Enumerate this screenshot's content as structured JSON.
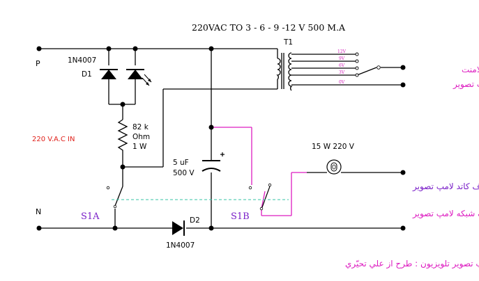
{
  "title": "220VAC  TO 3 - 6 - 9 -12 V 500 M.A",
  "labels": {
    "p": "P",
    "n": "N",
    "d1_part": "1N4007",
    "d1": "D1",
    "d2": "D2",
    "d2_part": "1N4007",
    "t1": "T1",
    "res1": "82 k",
    "res2": "Ohm",
    "res3": "1 W",
    "cap1": "5 uF",
    "cap2": "500 V",
    "ac_in": "220 V.A.C IN",
    "lamp": "15 W  220 V",
    "s1a": "S1A",
    "s1b": "S1B",
    "fa_filament_1": "بطرف فيلامنت",
    "fa_filament_2": "لامپ تصوير",
    "fa_cathode": "بطرف كاتد لامپ تصوير",
    "fa_grid": "بطرف شبكه لامپ تصوير",
    "fa_footer": "مدار شارژ لامپ تصوير تلويزيون : طرح از علي تحيّري"
  },
  "taps": [
    "12V",
    "9V",
    "6V",
    "3V",
    "0V"
  ],
  "colors": {
    "wire": "#000000",
    "magenta": "#dd1cc0",
    "ac_label": "#e0201a",
    "switch_label": "#7a1fc8",
    "dashed": "#34c3a4"
  }
}
